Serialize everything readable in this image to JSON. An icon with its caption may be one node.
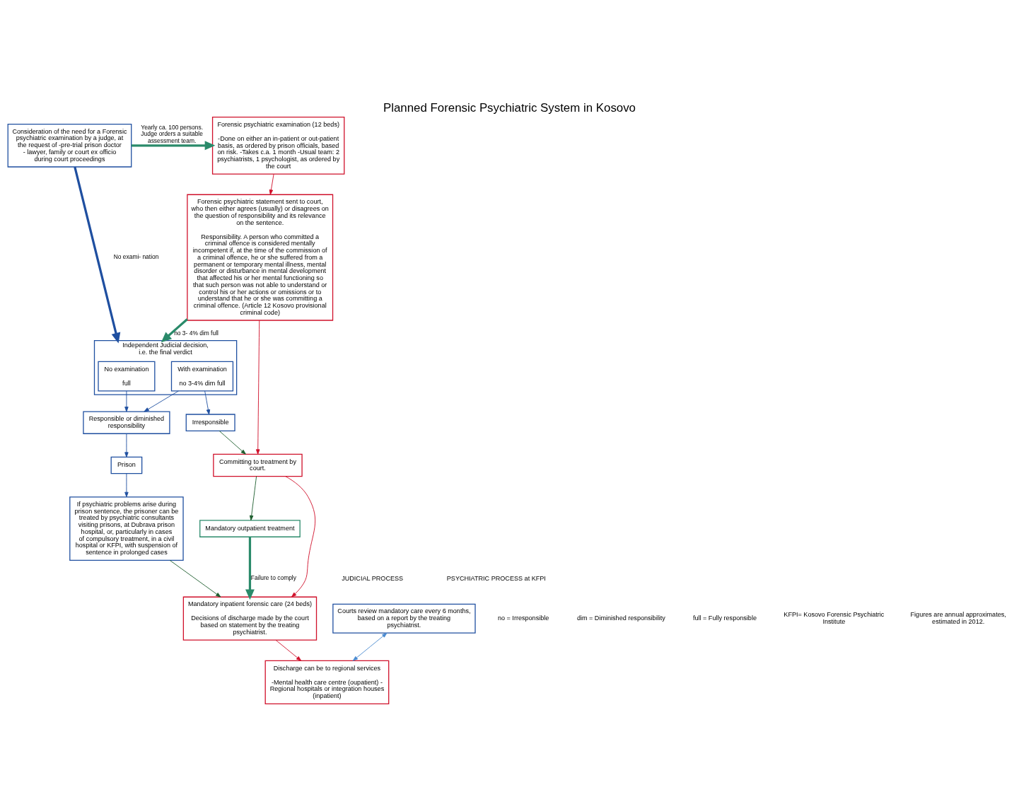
{
  "diagram": {
    "title": "Planned Forensic Psychiatric System in Kosovo",
    "nodes": [
      {
        "text": [
          "Consideration of the need for a Forensic psychiatric examination by a judge, at the request of -pre-trial prison doctor - lawyer, family or court ex officio during court proceedings"
        ]
      },
      {
        "text": [
          "Forensic psychiatric examination (12 beds)",
          "-Done on either an in-patient or out-patient basis, as ordered by prison officials, based on risk. -Takes c.a. 1 month -Usual team: 2 psychiatrists, 1 psychologist, as ordered by the court"
        ]
      },
      {
        "text": [
          "Independent Judicial decision, i.e. the final verdict"
        ]
      },
      {
        "text": [
          "No examination",
          "full"
        ],
        "in": 2
      },
      {
        "text": [
          "With examination",
          "no 3-4% dim full"
        ],
        "in": 2
      },
      {
        "text": [
          "Forensic psychiatric statement sent to court, who then either agrees (usually) or disagrees on the question of responsibility and its relevance on the sentence.",
          "Responsibility. A person who committed a criminal offence is considered mentally incompetent if, at the time of the commission of a criminal offence, he or she suffered from a permanent or temporary mental illness, mental disorder or disturbance in mental development that affected his or her mental functioning so that such person was not able to understand or control his or her actions or omissions or to understand that he or she was committing a criminal offence. (Article 12 Kosovo provisional criminal code)"
        ]
      },
      {
        "text": [
          "Responsible or diminished responsibility"
        ]
      },
      {
        "text": [
          "Irresponsible"
        ]
      },
      {
        "text": [
          "Prison"
        ]
      },
      {
        "text": [
          "If psychiatric problems arise during prison sentence, the prisoner can be treated by psychiatric consultants visiting prisons, at Dubrava prison hospital, or, particularly in cases of compulsory treatment, in a civil hospital or KFPI, with suspension of sentence in prolonged cases"
        ]
      },
      {
        "text": [
          "Committing to treatment by court."
        ]
      },
      {
        "text": [
          "Mandatory outpatient treatment"
        ]
      },
      {
        "text": [
          "Mandatory inpatient forensic care (24 beds)",
          "Decisions of discharge made by the court based on statement by the treating psychiatrist."
        ]
      },
      {
        "text": [
          "Courts review mandatory care every 6 months, based on a report by the treating psychiatrist."
        ]
      },
      {
        "text": [
          "Discharge can be to regional services",
          "-Mental health care centre (oupatient) - Regional hospitals or integration houses (inpatient)"
        ]
      }
    ],
    "edges": [
      {
        "from": 0,
        "to": 1,
        "arrow": "to",
        "label": "Yearly ca. 100 persons. Judge orders a suitable assessment team.",
        "style": "thick",
        "color": "#2a8a6a"
      },
      {
        "from": 0,
        "to": 2,
        "arrow": "to",
        "label": "No exami- nation",
        "style": "thick"
      },
      {
        "from": 1,
        "to": 5,
        "arrow": "to",
        "color": "#d0102a"
      },
      {
        "from": 5,
        "to": 2,
        "arrow": "to",
        "label": "no 3- 4% dim full",
        "style": "thick",
        "color": "#2a8a6a"
      },
      {
        "from": 3,
        "to": 6,
        "arrow": "to"
      },
      {
        "from": 4,
        "to": 6,
        "arrow": "to"
      },
      {
        "from": 4,
        "to": 7,
        "arrow": "to"
      },
      {
        "from": 7,
        "to": 10,
        "arrow": "to",
        "color": "#1e5e2e"
      },
      {
        "from": 6,
        "to": 8,
        "arrow": "to"
      },
      {
        "from": 8,
        "to": 9,
        "arrow": "to"
      },
      {
        "from": 5,
        "to": 10,
        "arrow": "to",
        "color": "#d0102a"
      },
      {
        "from": 10,
        "to": 11,
        "arrow": "to",
        "color": "#1e5e2e"
      },
      {
        "from": 10,
        "to": 12,
        "arrow": "to",
        "color": "#d0102a"
      },
      {
        "from": 11,
        "to": 12,
        "arrow": "to",
        "label": "Failure to comply",
        "style": "thick",
        "color": "#2a8a6a"
      },
      {
        "from": 9,
        "to": 12,
        "arrow": "to",
        "color": "#1e5e2e"
      },
      {
        "from": 12,
        "to": 14,
        "arrow": "to",
        "color": "#d0102a"
      },
      {
        "from": 13,
        "to": 14,
        "arrow": "both",
        "color": "#4a8ad0"
      }
    ],
    "labels": [
      "JUDICIAL PROCESS",
      "PSYCHIATRIC PROCESS at KFPI",
      "no = Irresponsible",
      "dim = Diminished responsibility",
      "full = Fully responsible",
      "KFPI= Kosovo Forensic Psychiatric Institute",
      "Figures are annual approximates, estimated in 2012."
    ]
  }
}
